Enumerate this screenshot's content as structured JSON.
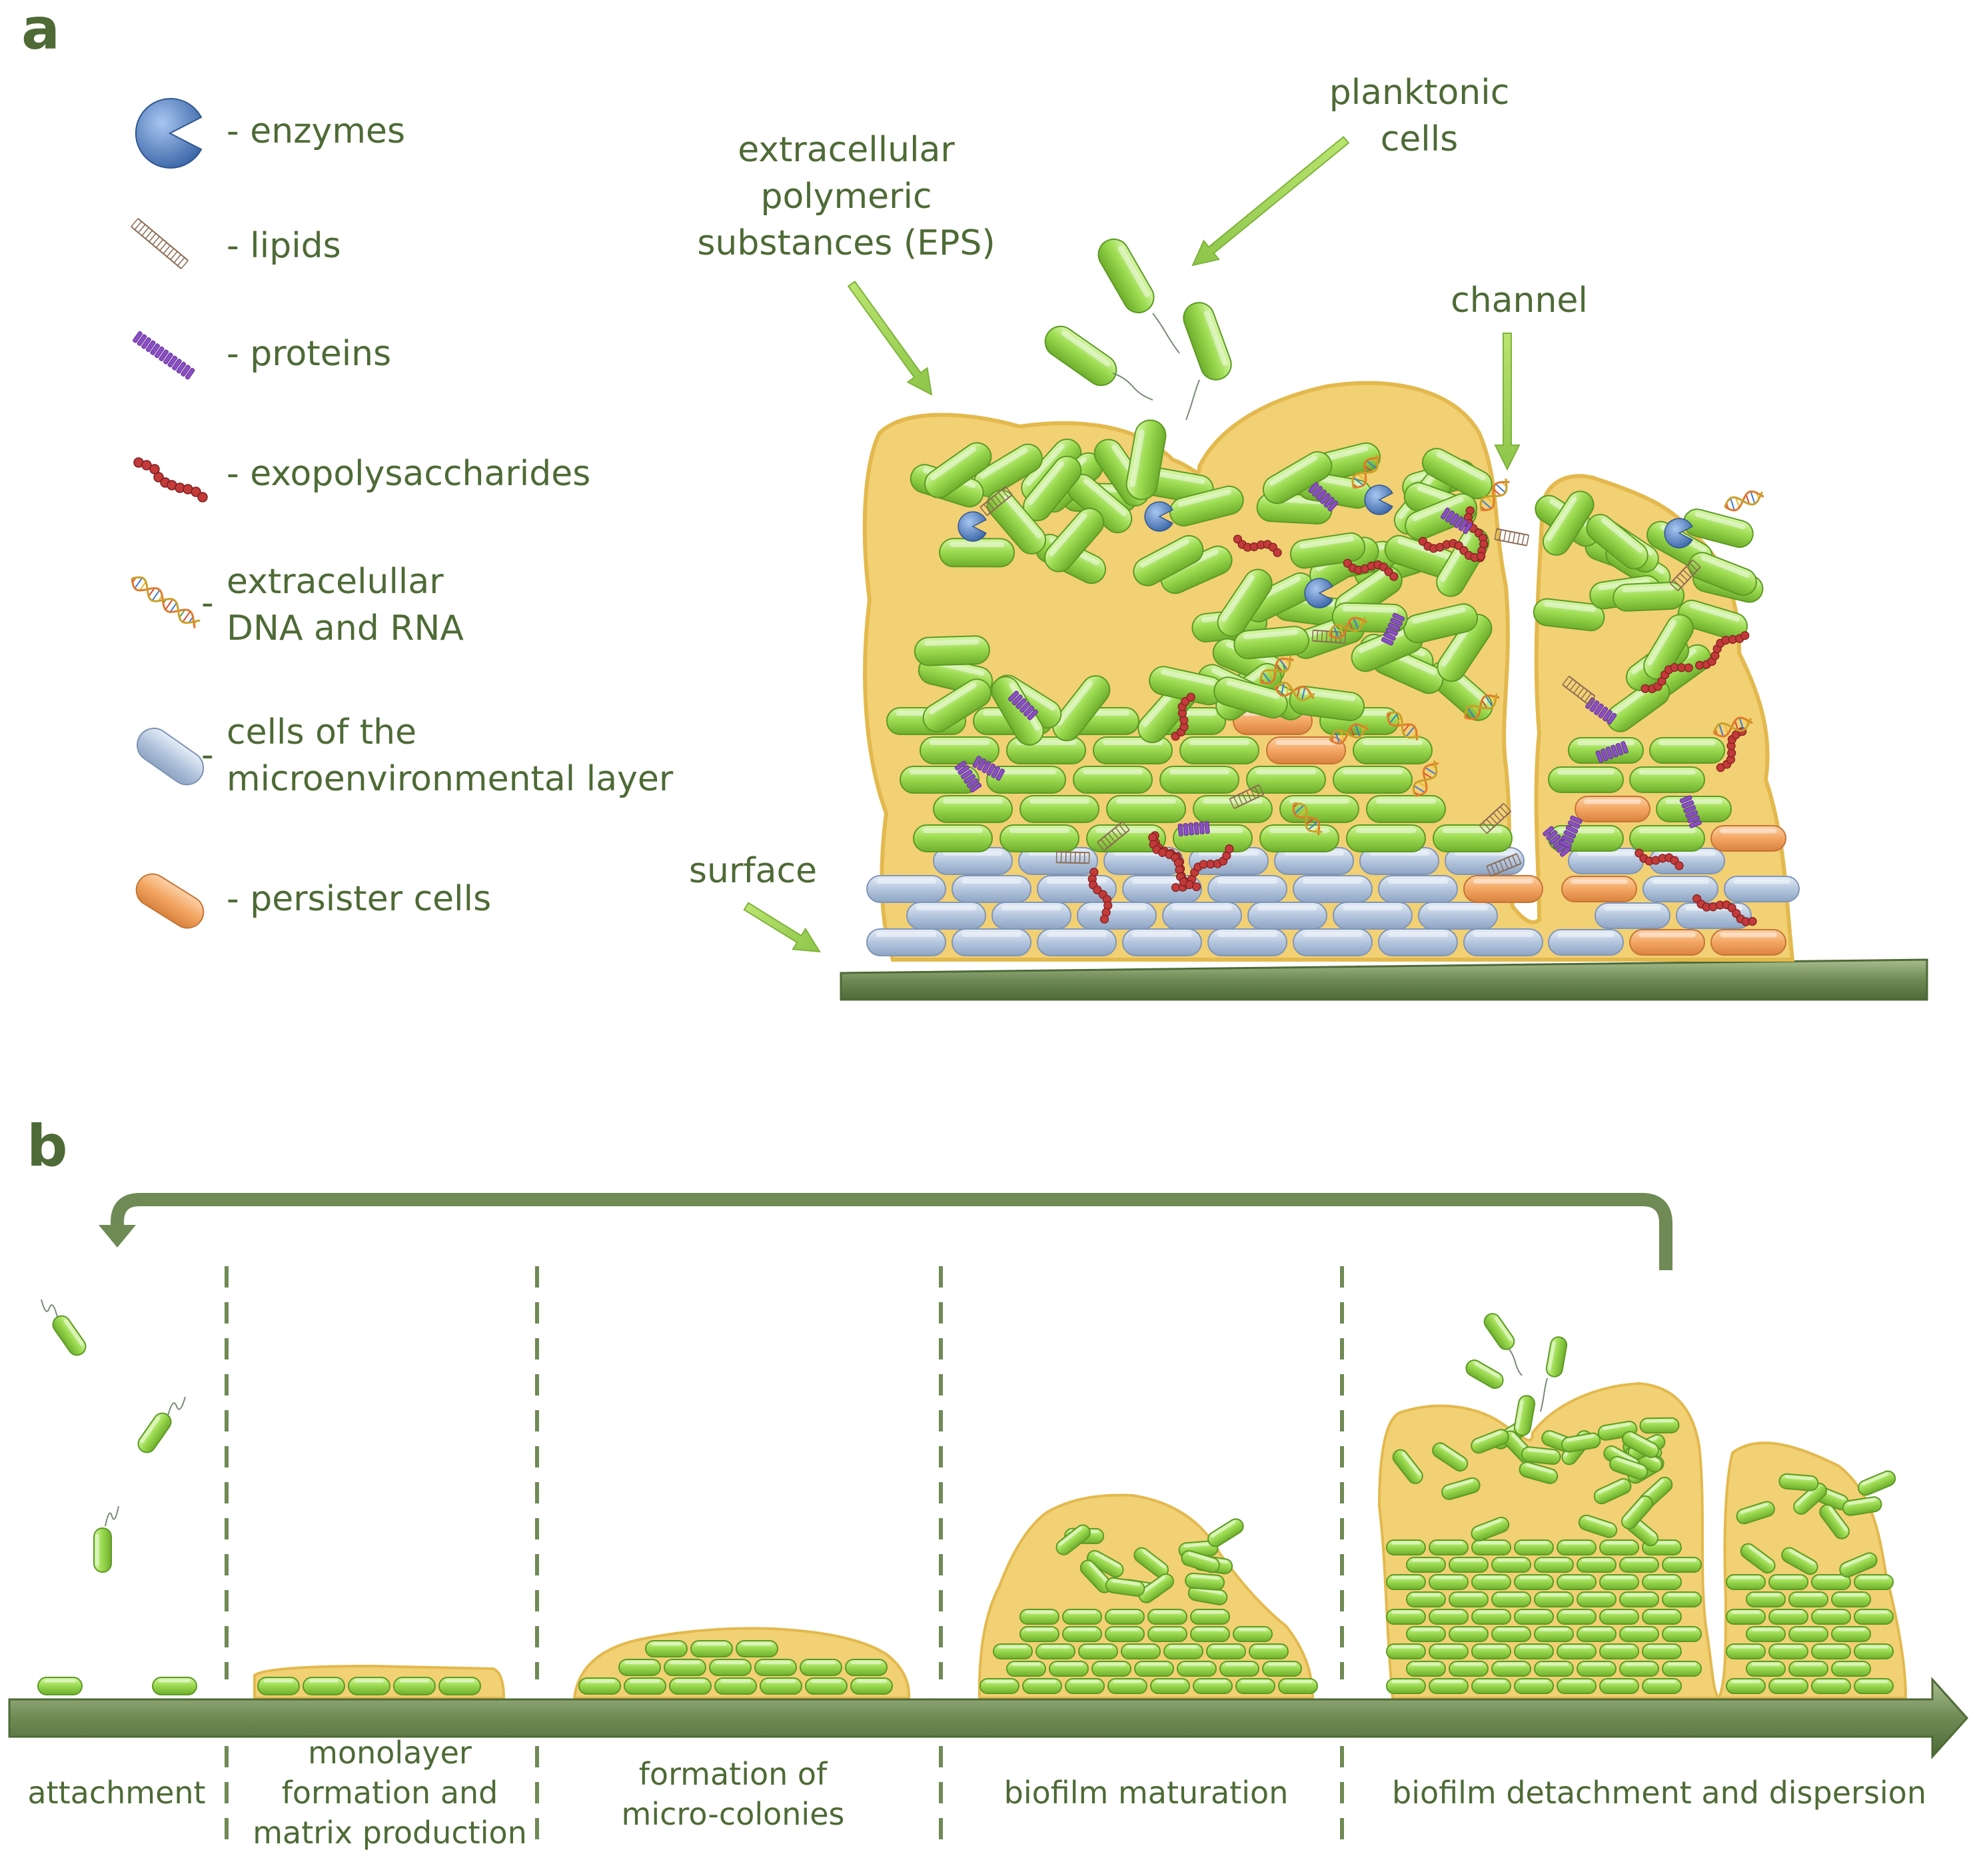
{
  "panels": {
    "a": "a",
    "b": "b"
  },
  "legend": [
    {
      "icon": "enzyme-icon",
      "dash": "-",
      "label": "enzymes"
    },
    {
      "icon": "lipid-icon",
      "dash": "-",
      "label": "lipids"
    },
    {
      "icon": "protein-icon",
      "dash": "-",
      "label": "proteins"
    },
    {
      "icon": "exopolysaccharide-icon",
      "dash": "-",
      "label": "exopolysaccharides"
    },
    {
      "icon": "dna-icon",
      "dash": "-",
      "label_line1": "extracelullar",
      "label_line2": "DNA and RNA"
    },
    {
      "icon": "microenvironmental-cell-icon",
      "dash": "-",
      "label_line1": "cells of the",
      "label_line2": "microenvironmental layer"
    },
    {
      "icon": "persister-cell-icon",
      "dash": "-",
      "label": "persister cells"
    }
  ],
  "annotations": {
    "eps_line1": "extracellular",
    "eps_line2": "polymeric",
    "eps_line3": "substances (EPS)",
    "planktonic_line1": "planktonic",
    "planktonic_line2": "cells",
    "channel": "channel",
    "surface": "surface"
  },
  "stages": {
    "attachment": "attachment",
    "monolayer_line1": "monolayer",
    "monolayer_line2": "formation and",
    "monolayer_line3": "matrix production",
    "microcolonies_line1": "formation of",
    "microcolonies_line2": "micro-colonies",
    "maturation": "biofilm maturation",
    "dispersion": "biofilm detachment and dispersion"
  },
  "colors": {
    "text": "#4e6a36",
    "matrix": "#f2d074",
    "matrix_edge": "#e3b94e",
    "green_cell": "#a6e05a",
    "blue_cell": "#b8c9df",
    "persister": "#f3a662",
    "surface": "#6f8a55",
    "enzyme": "#5c86c4",
    "protein": "#8b4ec4",
    "eps_bead": "#c23a3a"
  }
}
